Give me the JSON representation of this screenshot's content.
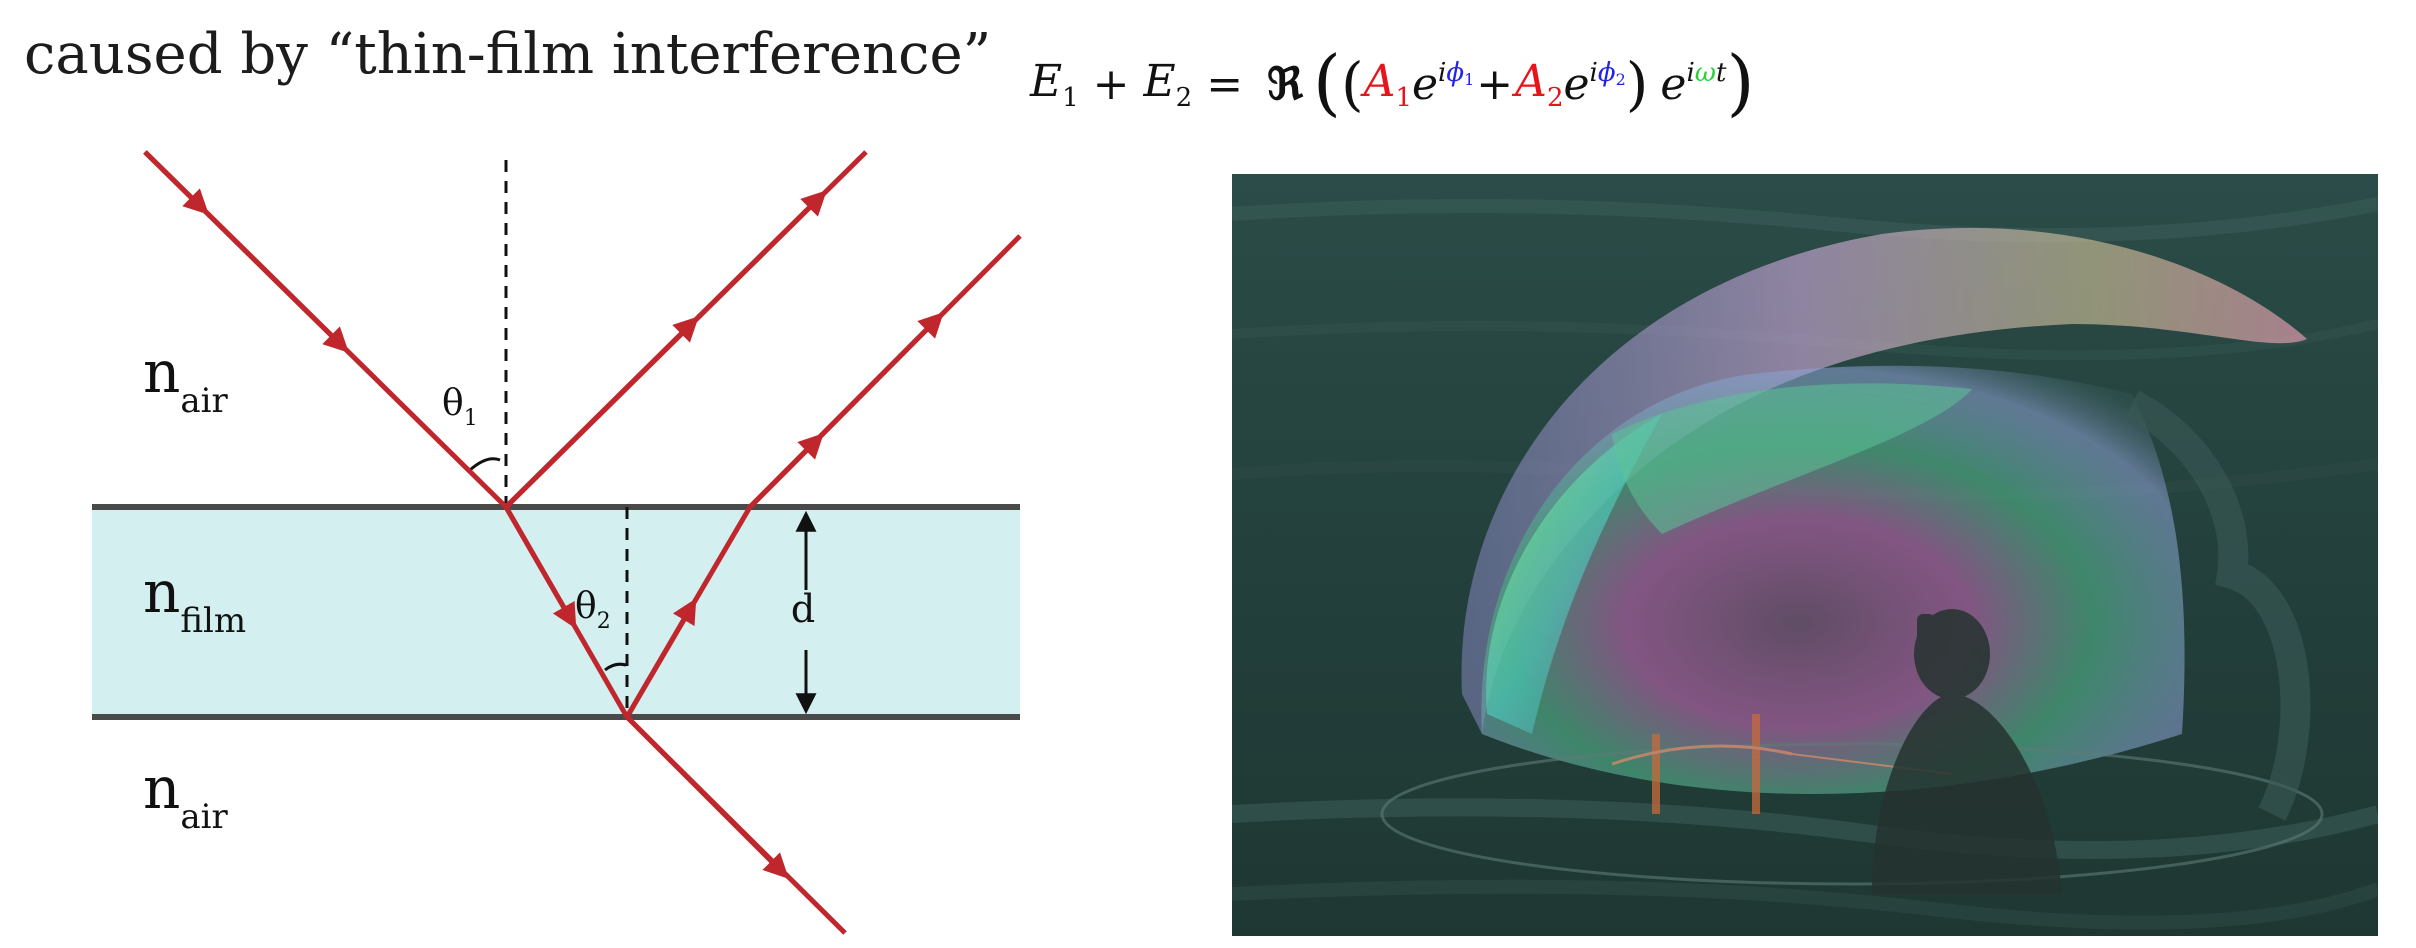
{
  "title": "caused by “thin-film interference”",
  "equation": {
    "lhs_E1": "E",
    "lhs_sub1": "1",
    "plus": "+",
    "lhs_E2": "E",
    "lhs_sub2": "2",
    "equals": "=",
    "real_part": "ℜ",
    "A1": "A",
    "A1_sub": "1",
    "e": "e",
    "i": "i",
    "phi": "ϕ",
    "phi1_sub": "1",
    "plus2": "+",
    "A2": "A",
    "A2_sub": "2",
    "phi2_sub": "2",
    "omega": "ω",
    "t": "t"
  },
  "diagram": {
    "n_air_top": "n",
    "n_air_top_sub": "air",
    "n_film": "n",
    "n_film_sub": "film",
    "n_air_bottom": "n",
    "n_air_bottom_sub": "air",
    "theta1": "θ",
    "theta1_sub": "1",
    "theta2": "θ",
    "theta2_sub": "2",
    "thickness": "d"
  },
  "colors": {
    "ray": "#c0272d",
    "film_fill": "#d3eff0",
    "film_border": "#4a4a4a",
    "photo_bg": "#25443f"
  }
}
